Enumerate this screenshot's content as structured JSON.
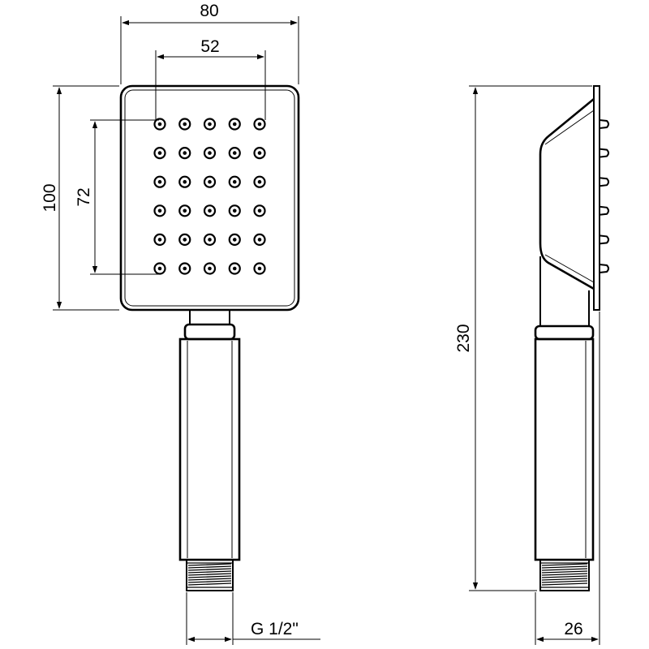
{
  "dimensions": {
    "width_overall": "80",
    "nozzle_spacing_horizontal": "52",
    "head_height": "100",
    "nozzle_spacing_vertical": "72",
    "total_length": "230",
    "thread": "G 1/2\"",
    "depth": "26"
  },
  "nozzle_grid": {
    "columns": 5,
    "rows": 6
  },
  "side_nozzles": 6,
  "colors": {
    "line": "#000000",
    "background": "#ffffff"
  }
}
